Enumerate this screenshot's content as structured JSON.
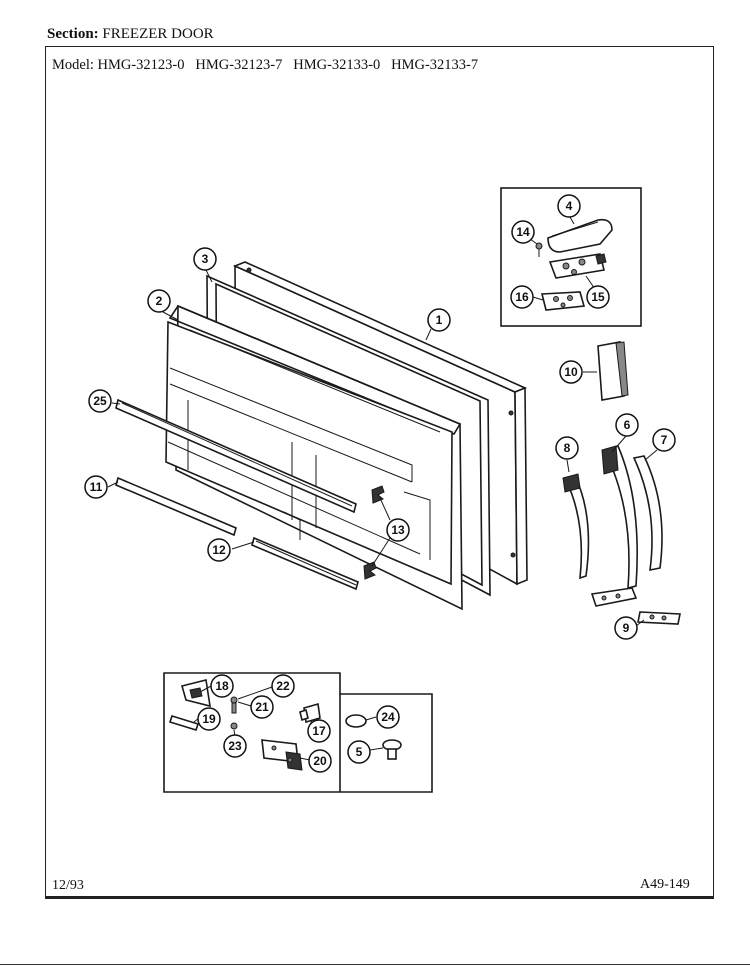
{
  "header": {
    "section_label": "Section:",
    "section_value": "FREEZER DOOR",
    "model_label": "Model:",
    "models": "HMG-32123-0   HMG-32123-7   HMG-32133-0   HMG-32133-7"
  },
  "footer": {
    "date": "12/93",
    "page_code": "A49-149"
  },
  "callouts": {
    "c1": "1",
    "c2": "2",
    "c3": "3",
    "c4": "4",
    "c5": "5",
    "c6": "6",
    "c7": "7",
    "c8": "8",
    "c9": "9",
    "c10": "10",
    "c11": "11",
    "c12": "12",
    "c13": "13",
    "c14": "14",
    "c15": "15",
    "c16": "16",
    "c17": "17",
    "c18": "18",
    "c19": "19",
    "c20": "20",
    "c21": "21",
    "c22": "22",
    "c23": "23",
    "c24": "24",
    "c25": "25"
  }
}
